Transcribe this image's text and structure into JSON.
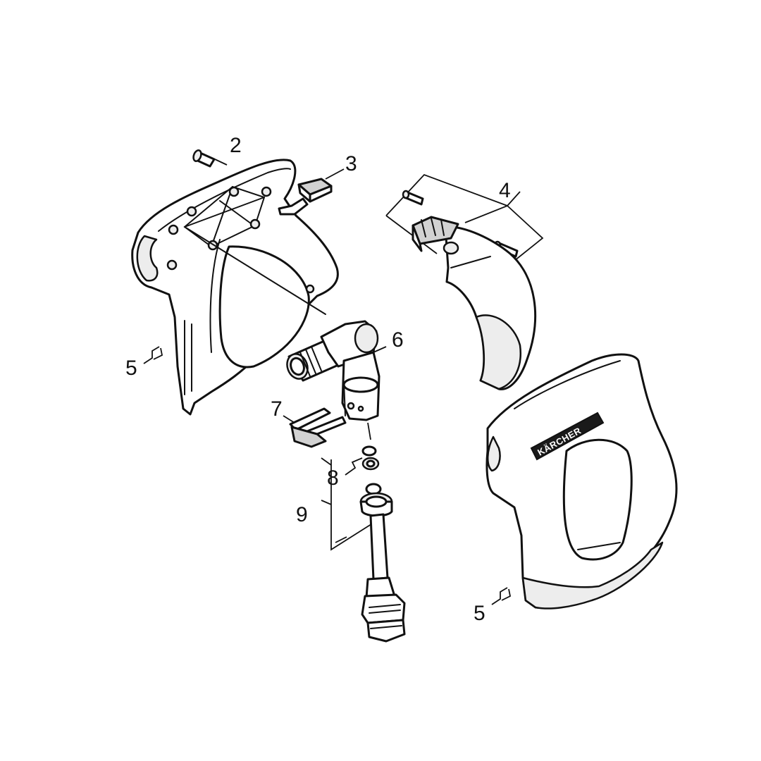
{
  "diagram": {
    "callouts": [
      {
        "id": "2",
        "label": "2"
      },
      {
        "id": "3",
        "label": "3"
      },
      {
        "id": "4",
        "label": "4"
      },
      {
        "id": "5a",
        "label": "5"
      },
      {
        "id": "6",
        "label": "6"
      },
      {
        "id": "7",
        "label": "7"
      },
      {
        "id": "8",
        "label": "8"
      },
      {
        "id": "9",
        "label": "9"
      },
      {
        "id": "5b",
        "label": "5"
      }
    ],
    "brand_logo": "KÄRCHER"
  }
}
